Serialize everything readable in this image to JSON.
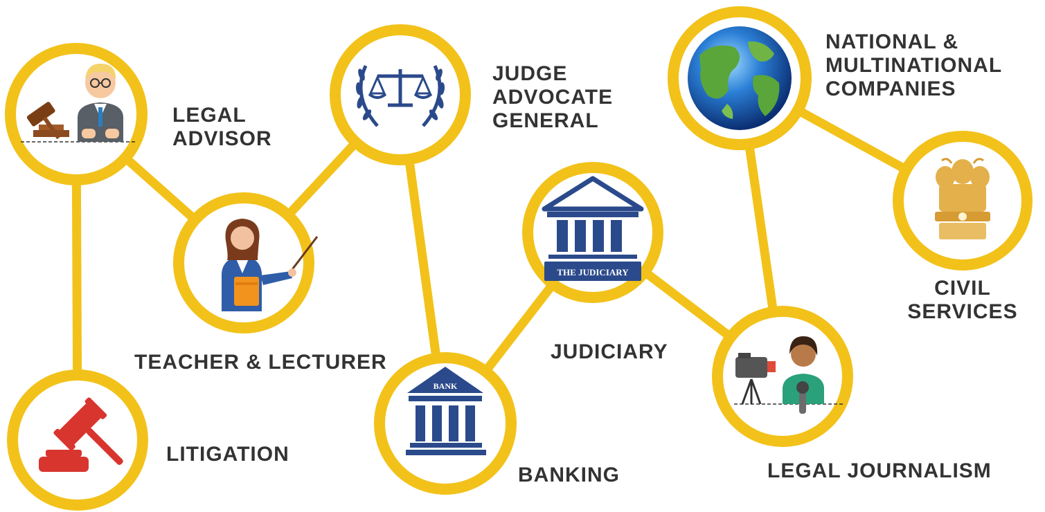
{
  "diagram": {
    "nodes": [
      {
        "id": "legal-advisor",
        "label_lines": [
          "LEGAL",
          "ADVISOR"
        ],
        "icon": "lawyer-with-gavel-icon"
      },
      {
        "id": "judge-advocate-general",
        "label_lines": [
          "JUDGE",
          "ADVOCATE",
          "GENERAL"
        ],
        "icon": "scales-with-laurel-icon"
      },
      {
        "id": "national-multinational-companies",
        "label_lines": [
          "NATIONAL &",
          "MULTINATIONAL",
          "COMPANIES"
        ],
        "icon": "globe-icon"
      },
      {
        "id": "civil-services",
        "label_lines": [
          "CIVIL",
          "SERVICES"
        ],
        "icon": "national-emblem-icon"
      },
      {
        "id": "teacher-lecturer",
        "label_lines": [
          "TEACHER & LECTURER"
        ],
        "icon": "teacher-with-pointer-icon"
      },
      {
        "id": "judiciary",
        "label_lines": [
          "JUDICIARY"
        ],
        "icon": "courthouse-icon",
        "icon_text": "THE JUDICIARY"
      },
      {
        "id": "litigation",
        "label_lines": [
          "LITIGATION"
        ],
        "icon": "gavel-icon"
      },
      {
        "id": "banking",
        "label_lines": [
          "BANKING"
        ],
        "icon": "bank-building-icon",
        "icon_text": "BANK"
      },
      {
        "id": "legal-journalism",
        "label_lines": [
          "LEGAL JOURNALISM"
        ],
        "icon": "reporter-with-camera-icon"
      }
    ],
    "edges": [
      [
        "legal-advisor",
        "teacher-lecturer"
      ],
      [
        "legal-advisor",
        "litigation"
      ],
      [
        "teacher-lecturer",
        "judge-advocate-general"
      ],
      [
        "judge-advocate-general",
        "banking"
      ],
      [
        "banking",
        "judiciary"
      ],
      [
        "judiciary",
        "legal-journalism"
      ],
      [
        "legal-journalism",
        "national-multinational-companies"
      ],
      [
        "national-multinational-companies",
        "civil-services"
      ]
    ],
    "colors": {
      "ring": "#f2c21a",
      "connector": "#f2c21a",
      "label_text": "#333333",
      "navy": "#2b4a8b",
      "gavel_red": "#d9352f",
      "emblem_gold": "#e3b04b"
    }
  }
}
